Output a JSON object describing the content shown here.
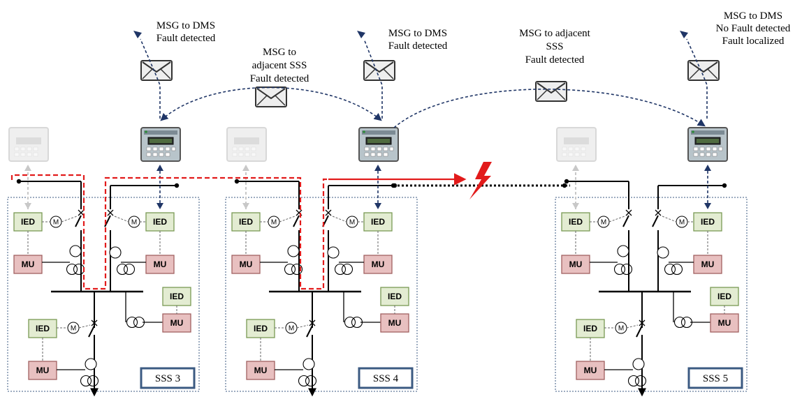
{
  "messages": {
    "dms_sss3": [
      "MSG to DMS",
      "Fault detected"
    ],
    "adj_sss3": [
      "MSG to",
      "adjacent SSS",
      "Fault detected"
    ],
    "dms_sss4": [
      "MSG to DMS",
      "Fault detected"
    ],
    "adj_sss4": [
      "MSG to adjacent",
      "SSS",
      "Fault detected"
    ],
    "dms_sss5": [
      "MSG to DMS",
      "No Fault detected",
      "Fault localized"
    ]
  },
  "substations": [
    {
      "label": "SSS 3"
    },
    {
      "label": "SSS 4"
    },
    {
      "label": "SSS 5"
    }
  ],
  "labels": {
    "ied": "IED",
    "mu": "MU",
    "motor": "M"
  },
  "colors": {
    "ied_fill": "#e3ecd2",
    "ied_stroke": "#7a9a55",
    "mu_fill": "#e8c0c0",
    "mu_stroke": "#a06060",
    "comm_arrow": "#1f3566",
    "fault_path": "#e21b1b",
    "sss_border": "#3b5a82",
    "inactive": "#c8c8c8"
  },
  "icons": [
    "envelope-icon",
    "rtu-controller-icon",
    "lightning-fault-icon",
    "motor-icon",
    "breaker-switch-icon",
    "transformer-icon"
  ]
}
